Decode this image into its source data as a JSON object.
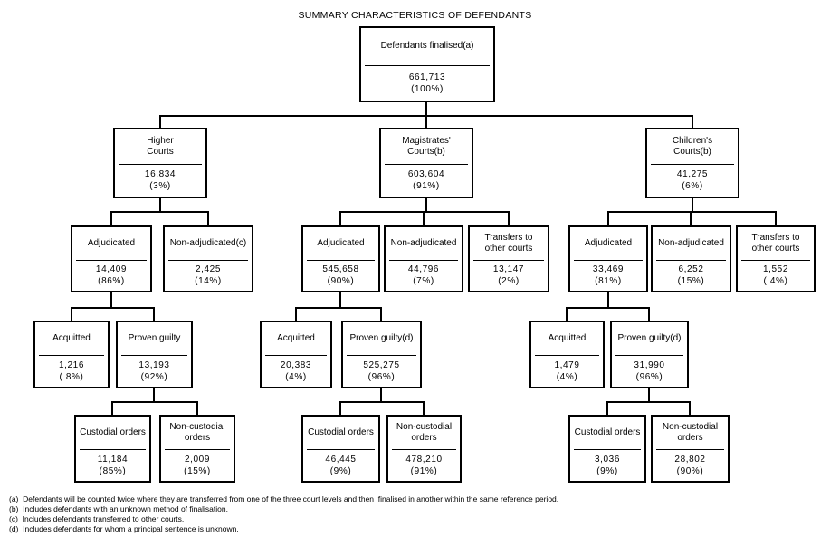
{
  "chart": {
    "title": "SUMMARY CHARACTERISTICS OF DEFENDANTS",
    "root": {
      "label": "Defendants finalised(a)",
      "value": "661,713",
      "pct": "(100%)"
    },
    "branches": [
      {
        "court": {
          "label": "Higher\nCourts",
          "value": "16,834",
          "pct": "(3%)"
        },
        "outcomes": [
          {
            "label": "Adjudicated",
            "value": "14,409",
            "pct": "(86%)"
          },
          {
            "label": "Non-adjudicated(c)",
            "value": "2,425",
            "pct": "(14%)"
          }
        ],
        "verdicts": [
          {
            "label": "Acquitted",
            "value": "1,216",
            "pct": "( 8%)"
          },
          {
            "label": "Proven guilty",
            "value": "13,193",
            "pct": "(92%)"
          }
        ],
        "sentences": [
          {
            "label": "Custodial orders",
            "value": "11,184",
            "pct": "(85%)"
          },
          {
            "label": "Non-custodial\norders",
            "value": "2,009",
            "pct": "(15%)"
          }
        ]
      },
      {
        "court": {
          "label": "Magistrates'\nCourts(b)",
          "value": "603,604",
          "pct": "(91%)"
        },
        "outcomes": [
          {
            "label": "Adjudicated",
            "value": "545,658",
            "pct": "(90%)"
          },
          {
            "label": "Non-adjudicated",
            "value": "44,796",
            "pct": "(7%)"
          },
          {
            "label": "Transfers to\nother courts",
            "value": "13,147",
            "pct": "(2%)"
          }
        ],
        "verdicts": [
          {
            "label": "Acquitted",
            "value": "20,383",
            "pct": "(4%)"
          },
          {
            "label": "Proven guilty(d)",
            "value": "525,275",
            "pct": "(96%)"
          }
        ],
        "sentences": [
          {
            "label": "Custodial orders",
            "value": "46,445",
            "pct": "(9%)"
          },
          {
            "label": "Non-custodial\norders",
            "value": "478,210",
            "pct": "(91%)"
          }
        ]
      },
      {
        "court": {
          "label": "Children's\nCourts(b)",
          "value": "41,275",
          "pct": "(6%)"
        },
        "outcomes": [
          {
            "label": "Adjudicated",
            "value": "33,469",
            "pct": "(81%)"
          },
          {
            "label": "Non-adjudicated",
            "value": "6,252",
            "pct": "(15%)"
          },
          {
            "label": "Transfers to\nother courts",
            "value": "1,552",
            "pct": "( 4%)"
          }
        ],
        "verdicts": [
          {
            "label": "Acquitted",
            "value": "1,479",
            "pct": "(4%)"
          },
          {
            "label": "Proven guilty(d)",
            "value": "31,990",
            "pct": "(96%)"
          }
        ],
        "sentences": [
          {
            "label": "Custodial orders",
            "value": "3,036",
            "pct": "(9%)"
          },
          {
            "label": "Non-custodial\norders",
            "value": "28,802",
            "pct": "(90%)"
          }
        ]
      }
    ],
    "footnotes": [
      "(a)  Defendants will be counted twice where they are transferred from one of the three court levels and then  finalised in another within the same reference period.",
      "(b)  Includes defendants with an unknown method of finalisation.",
      "(c)  Includes defendants transferred to other courts.",
      "(d)  Includes defendants for whom a principal sentence is unknown."
    ]
  }
}
